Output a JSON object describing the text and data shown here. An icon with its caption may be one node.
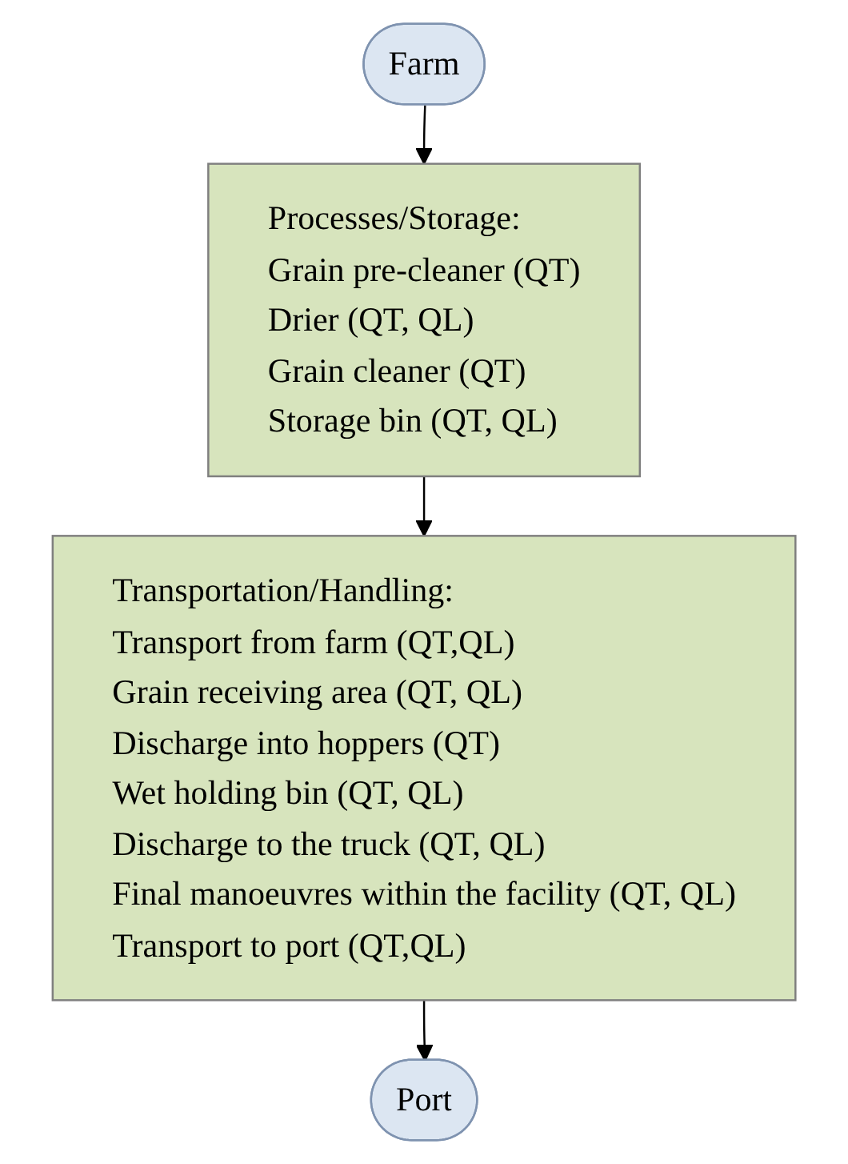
{
  "diagram": {
    "nodes": [
      {
        "text": [
          "Farm"
        ]
      },
      {
        "text": [
          "Processes/Storage:",
          "Grain pre-cleaner (QT)",
          "Drier (QT, QL)",
          "Grain cleaner (QT)",
          "Storage bin (QT, QL)"
        ]
      },
      {
        "text": [
          "Transportation/Handling:",
          "Transport from farm (QT,QL)",
          "Grain receiving area (QT, QL)",
          "Discharge into hoppers (QT)",
          "Wet holding bin (QT, QL)",
          "Discharge to the truck (QT, QL)",
          "Final manoeuvres within the facility (QT, QL)",
          "Transport to port (QT,QL)"
        ]
      },
      {
        "text": [
          "Port"
        ]
      }
    ],
    "edges": [
      {
        "from": 0,
        "to": 1,
        "arrow": "to"
      },
      {
        "from": 1,
        "to": 2,
        "arrow": "to"
      },
      {
        "from": 2,
        "to": 3,
        "arrow": "to"
      }
    ]
  }
}
